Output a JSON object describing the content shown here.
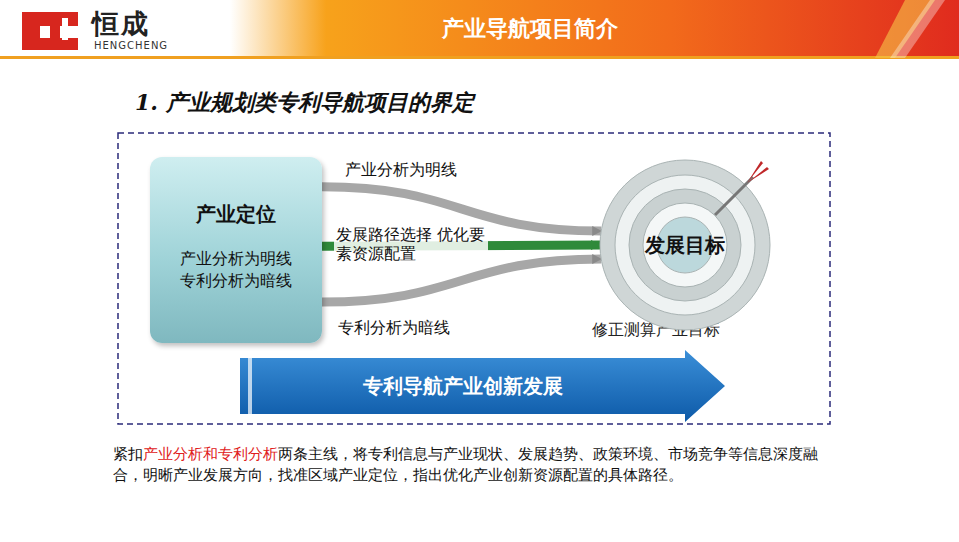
{
  "diagram": {
    "title": "产业导航项目简介",
    "nodes": [
      {
        "text": [
          "产业定位",
          "产业分析为明线 专利分析为暗线"
        ]
      },
      {
        "text": [
          "发展目标"
        ]
      },
      {
        "text": [
          "专利导航产业创新发展"
        ]
      }
    ],
    "edges": [
      {
        "from": 0,
        "to": 1,
        "arrow": "to",
        "label": "产业分析为明线"
      },
      {
        "from": 0,
        "to": 1,
        "arrow": "to",
        "label": "发展路径选择 优化要素资源配置"
      },
      {
        "from": 0,
        "to": 1,
        "arrow": "to",
        "label": "专利分析为暗线"
      }
    ],
    "labels": [
      "恒成",
      "HENGCHENG",
      "1. 产业规划类专利导航项目的界定",
      "修正测算产业目标",
      "紧扣",
      "产业分析和专利分析",
      "两条主线，将专利信息与产业现状、发展趋势、政策环境、市场竞争等信息深度融合，明晰产业发展方向，找准区域产业定位，指出优化产业创新资源配置的具体路径。"
    ]
  }
}
